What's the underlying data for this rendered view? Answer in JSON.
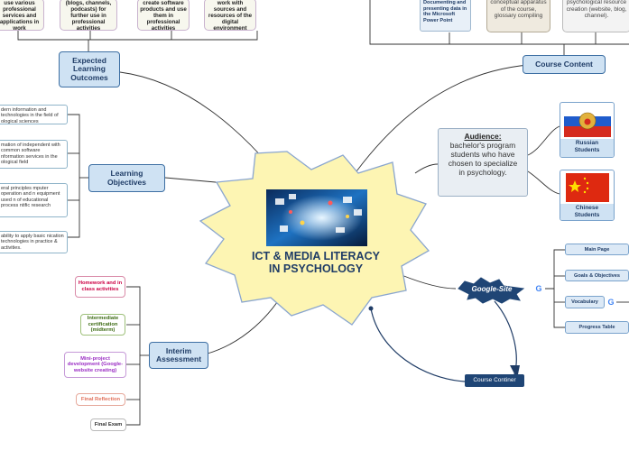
{
  "center": {
    "title_line1": "ICT & MEDIA LITERACY",
    "title_line2": "IN PSYCHOLOGY"
  },
  "expected_outcomes": {
    "label_line1": "Expected",
    "label_line2": "Learning",
    "label_line3": "Outcomes",
    "items": [
      "use various professional services and applications in work",
      "(blogs, channels, podcasts) for further use in professional activities",
      "create software products and use them in professional activities",
      "work with sources and resources of the digital environment"
    ]
  },
  "learning_objectives": {
    "label_line1": "Learning",
    "label_line2": "Objectives",
    "items": [
      "dern information and technologies in the field of ological sciences",
      "mation of independent with common software nformation services in the ological field",
      "eral principles mputer operation and n equipment used n of educational process ntific research",
      "ability to apply basic nication technologies in practice & activities."
    ]
  },
  "interim_assessment": {
    "label_line1": "Interim",
    "label_line2": "Assessment",
    "items": [
      {
        "text": "Homework and in class activities",
        "color": "#cc0044"
      },
      {
        "text": "Intermediate certification (midterm)",
        "color": "#3d6b14"
      },
      {
        "text": "Mini-project development (Google-website creating)",
        "color": "#9b2fc4"
      },
      {
        "text": "Final Reflection",
        "color": "#e0705a"
      },
      {
        "text": "Final Exam",
        "color": "#333333"
      }
    ]
  },
  "course_content": {
    "label": "Course Content",
    "items": [
      "Documenting and presenting data in the Microsoft Power Point",
      "conceptual apparatus of the course, glossary compiling",
      "psychological resource creation (website, blog, channel)."
    ]
  },
  "audience": {
    "heading": "Audience:",
    "body_line1": "bachelor's program",
    "body_line2": "students who have",
    "body_line3": "chosen to specialize",
    "body_line4": "in psychology.",
    "groups": [
      {
        "line1": "Russian",
        "line2": "Students"
      },
      {
        "line1": "Chinese",
        "line2": "Students"
      }
    ]
  },
  "google_site": {
    "label": "Google-Site",
    "pages": [
      "Main Page",
      "Goals & Objectives",
      "Vocabulary",
      "Progress Table"
    ],
    "container": "Course Continer"
  },
  "colors": {
    "central_fill": "#fdf5b3",
    "central_stroke": "#8aa6cf",
    "accent_blue": "#1f3c66",
    "google_site_fill": "#1f4575"
  },
  "icons": [
    "google-g-icon",
    "russia-flag-icon",
    "china-flag-icon",
    "media-image"
  ]
}
